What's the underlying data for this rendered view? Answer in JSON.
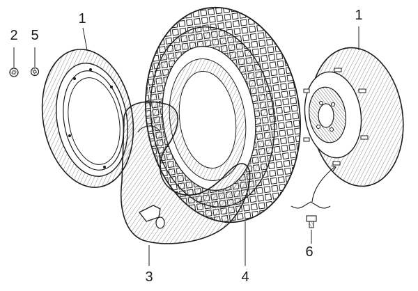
{
  "figure": {
    "style": "exploded-view line drawing",
    "ink_color": "#1c1c1c",
    "background": "#ffffff"
  },
  "callouts": [
    {
      "id": "c2",
      "label": "2"
    },
    {
      "id": "c5",
      "label": "5"
    },
    {
      "id": "c1a",
      "label": "1"
    },
    {
      "id": "c1b",
      "label": "1"
    },
    {
      "id": "c3",
      "label": "3"
    },
    {
      "id": "c4",
      "label": "4"
    },
    {
      "id": "c6",
      "label": "6"
    }
  ]
}
